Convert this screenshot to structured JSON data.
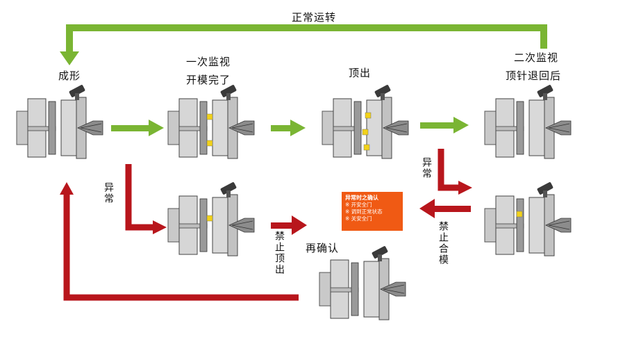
{
  "loop_label": "正常运转",
  "stages": {
    "forming": "成形",
    "first_monitor": "一次监视",
    "mold_open": "开模完了",
    "eject": "顶出",
    "second_monitor": "二次监视",
    "pin_retract": "顶针退回后",
    "recheck": "再确认"
  },
  "flows": {
    "abnormal_left": "异常",
    "abnormal_right": "异常",
    "stop_eject": "禁止顶出",
    "stop_close": "禁止合模"
  },
  "notice": {
    "title": "异常时之确认",
    "items": [
      "※ 开安全门",
      "※ 调到正常状态",
      "※ 关安全门"
    ]
  },
  "colors": {
    "normal_arrow": "#7ab533",
    "abnormal_arrow": "#b8161c",
    "notice_bg": "#f05a14",
    "part": "#f2d21a"
  }
}
